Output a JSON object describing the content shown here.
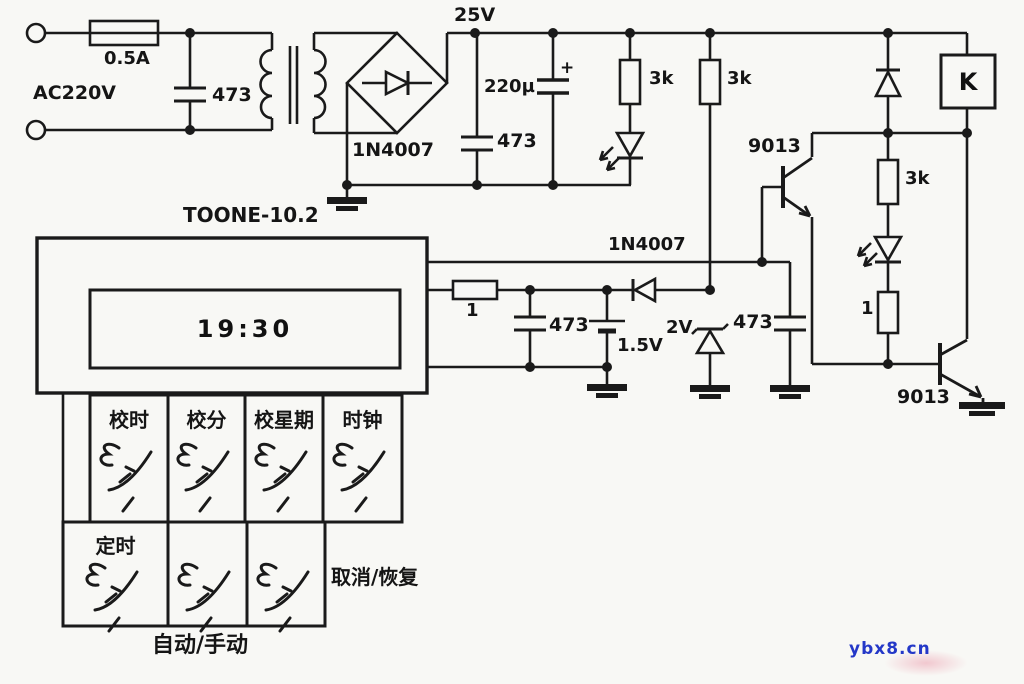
{
  "schematic": {
    "input": {
      "source_label": "AC220V",
      "fuse_rating": "0.5A",
      "filter_cap": "473"
    },
    "power_supply": {
      "bridge_diodes": "1N4007",
      "dc_rail": "25V",
      "cap_473": "473",
      "cap_main": "220µ",
      "polarity": "+"
    },
    "leds": {
      "power_led_resistor": "3k",
      "relay_led_resistor": "3k",
      "relay_led_series_resistor": "1"
    },
    "standby": {
      "dropper_resistor": "3k",
      "zener": "2V",
      "charge_diode": "1N4007",
      "battery": "1.5V",
      "cap_left": "473",
      "cap_right": "473",
      "module_series_resistor": "1"
    },
    "module": {
      "name": "TOONE-10.2",
      "display_time": "19:30"
    },
    "switching": {
      "q1": "9013",
      "q2": "9013",
      "relay": "K"
    },
    "buttons": {
      "row1": [
        "校时",
        "校分",
        "校星期",
        "时钟"
      ],
      "timer": "定时",
      "cancel_restore": "取消/恢复",
      "auto_manual": "自动/手动"
    },
    "watermark": "ybx8.cn"
  }
}
